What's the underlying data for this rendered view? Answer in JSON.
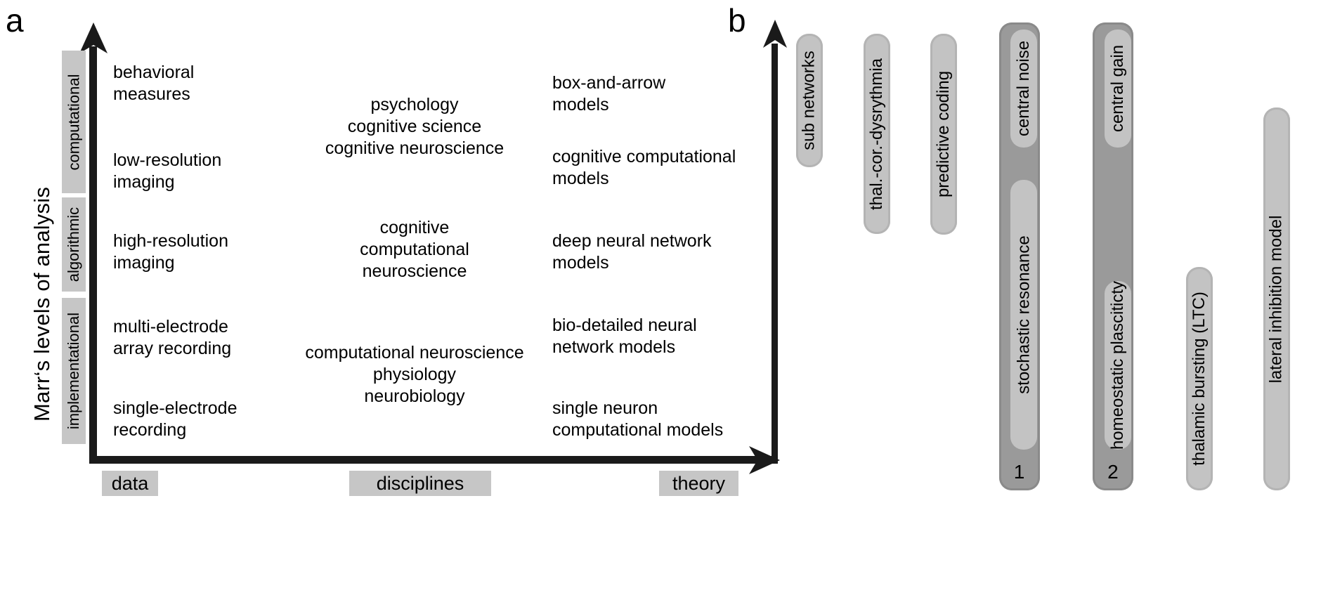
{
  "figure": {
    "panel_a_letter": "a",
    "panel_b_letter": "b"
  },
  "panel_a": {
    "y_axis_title": "Marr‘s levels of analysis",
    "levels": [
      {
        "label": "computational"
      },
      {
        "label": "algorithmic"
      },
      {
        "label": "implementational"
      }
    ],
    "x_axis_labels": [
      {
        "label": "data"
      },
      {
        "label": "disciplines"
      },
      {
        "label": "theory"
      }
    ],
    "columns": {
      "data": [
        {
          "text": "behavioral\nmeasures"
        },
        {
          "text": "low-resolution\nimaging"
        },
        {
          "text": "high-resolution\nimaging"
        },
        {
          "text": "multi-electrode\narray recording"
        },
        {
          "text": "single-electrode\nrecording"
        }
      ],
      "disciplines": [
        {
          "text": "psychology\ncognitive science\ncognitive neuroscience"
        },
        {
          "text": "cognitive\ncomputational\nneuroscience"
        },
        {
          "text": "computational neuroscience\nphysiology\nneurobiology"
        }
      ],
      "theory": [
        {
          "text": "box-and-arrow\nmodels"
        },
        {
          "text": "cognitive computational\nmodels"
        },
        {
          "text": "deep neural network\nmodels"
        },
        {
          "text": "bio-detailed neural\nnetwork models"
        },
        {
          "text": "single neuron\ncomputational models"
        }
      ]
    }
  },
  "panel_b": {
    "pills": [
      {
        "label": "sub networks",
        "kind": "light"
      },
      {
        "label": "thal.-cor.-dysrythmia",
        "kind": "light"
      },
      {
        "label": "predictive coding",
        "kind": "light"
      },
      {
        "label": "central noise",
        "kind": "inner"
      },
      {
        "label": "stochastic resonance",
        "kind": "inner"
      },
      {
        "label": "central gain",
        "kind": "inner"
      },
      {
        "label": "homeostatic plasciticty",
        "kind": "inner"
      },
      {
        "label": "thalamic bursting (LTC)",
        "kind": "light"
      },
      {
        "label": "lateral inhibition model",
        "kind": "light"
      }
    ],
    "groups": [
      {
        "number": "1"
      },
      {
        "number": "2"
      }
    ]
  },
  "colors": {
    "gray_box": "#c6c6c6",
    "pill_light": "#c3c3c3",
    "pill_outer": "#9a9a9a",
    "axis": "#1a1a1a"
  }
}
